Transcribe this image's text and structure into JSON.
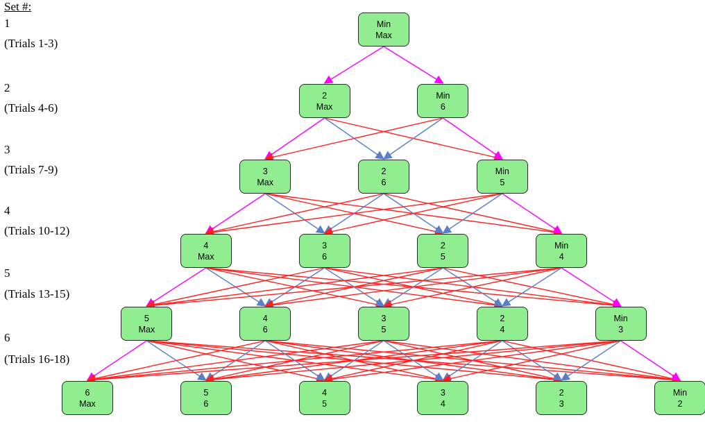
{
  "set_header": "Set #:",
  "sets": [
    {
      "number": "1",
      "trials": "(Trials 1-3)"
    },
    {
      "number": "2",
      "trials": "(Trials 4-6)"
    },
    {
      "number": "3",
      "trials": "(Trials 7-9)"
    },
    {
      "number": "4",
      "trials": "(Trials 10-12)"
    },
    {
      "number": "5",
      "trials": "(Trials 13-15)"
    },
    {
      "number": "6",
      "trials": "(Trials 16-18)"
    }
  ],
  "levels": [
    [
      [
        "Min",
        "Max"
      ]
    ],
    [
      [
        "2",
        "Max"
      ],
      [
        "Min",
        "6"
      ]
    ],
    [
      [
        "3",
        "Max"
      ],
      [
        "2",
        "6"
      ],
      [
        "Min",
        "5"
      ]
    ],
    [
      [
        "4",
        "Max"
      ],
      [
        "3",
        "6"
      ],
      [
        "2",
        "5"
      ],
      [
        "Min",
        "4"
      ]
    ],
    [
      [
        "5",
        "Max"
      ],
      [
        "4",
        "6"
      ],
      [
        "3",
        "5"
      ],
      [
        "2",
        "4"
      ],
      [
        "Min",
        "3"
      ]
    ],
    [
      [
        "6",
        "Max"
      ],
      [
        "5",
        "6"
      ],
      [
        "4",
        "5"
      ],
      [
        "3",
        "4"
      ],
      [
        "2",
        "3"
      ],
      [
        "Min",
        "2"
      ]
    ]
  ],
  "colors": {
    "node_fill": "#90ee90",
    "node_border": "#2a2a2a",
    "edge_magenta": "#ff00ff",
    "edge_red": "#ff2020",
    "edge_blue": "#5a7fc8"
  }
}
